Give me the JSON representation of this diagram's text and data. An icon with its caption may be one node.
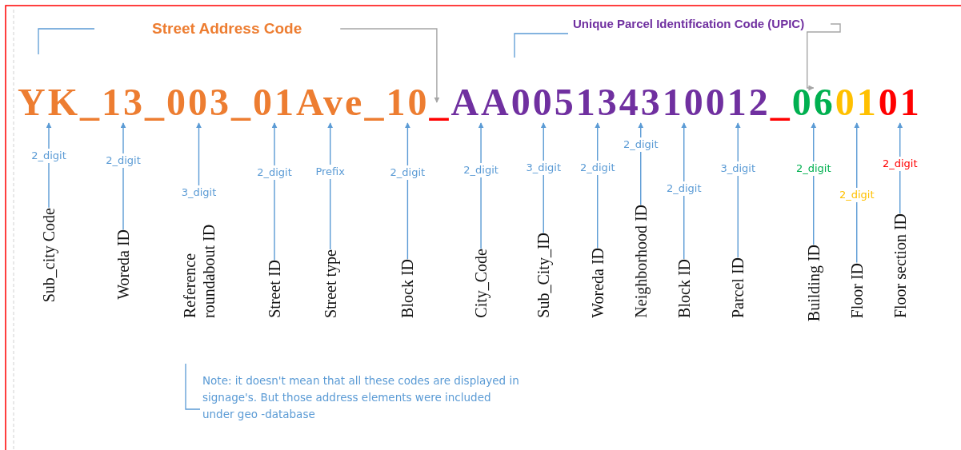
{
  "diagram": {
    "nodes": [
      {
        "text": [
          "Street Address Code"
        ]
      },
      {
        "text": [
          "Unique Parcel Identification Code (UPIC)"
        ]
      },
      {
        "text": [
          "YK"
        ]
      },
      {
        "text": [
          "_"
        ]
      },
      {
        "text": [
          "13"
        ]
      },
      {
        "text": [
          "_"
        ]
      },
      {
        "text": [
          "003"
        ]
      },
      {
        "text": [
          "_"
        ]
      },
      {
        "text": [
          "01"
        ]
      },
      {
        "text": [
          "Ave"
        ]
      },
      {
        "text": [
          "_"
        ]
      },
      {
        "text": [
          "10"
        ]
      },
      {
        "text": [
          "_"
        ]
      },
      {
        "text": [
          "AA"
        ]
      },
      {
        "text": [
          "005"
        ]
      },
      {
        "text": [
          "13"
        ]
      },
      {
        "text": [
          "43"
        ]
      },
      {
        "text": [
          "10"
        ]
      },
      {
        "text": [
          "012"
        ]
      },
      {
        "text": [
          "_"
        ]
      },
      {
        "text": [
          "06"
        ]
      },
      {
        "text": [
          "01"
        ]
      },
      {
        "text": [
          "01"
        ]
      },
      {
        "text": [
          "Sub_city Code"
        ]
      },
      {
        "text": [
          "Woreda ID"
        ]
      },
      {
        "text": [
          "Reference roundabout ID"
        ]
      },
      {
        "text": [
          "Street ID"
        ]
      },
      {
        "text": [
          "Street type"
        ]
      },
      {
        "text": [
          "Block ID"
        ]
      },
      {
        "text": [
          "City_Code"
        ]
      },
      {
        "text": [
          "Sub_City_ID"
        ]
      },
      {
        "text": [
          "Woreda ID"
        ]
      },
      {
        "text": [
          "Neighborhood ID"
        ]
      },
      {
        "text": [
          "Block ID"
        ]
      },
      {
        "text": [
          "Parcel ID"
        ]
      },
      {
        "text": [
          "Building ID"
        ]
      },
      {
        "text": [
          "Floor ID"
        ]
      },
      {
        "text": [
          "Floor section ID"
        ]
      }
    ],
    "edges": [
      {
        "from": 0,
        "to": 12,
        "arrow": "to",
        "color": "#a6a6a6"
      },
      {
        "from": 1,
        "to": 20,
        "arrow": "to",
        "color": "#a6a6a6"
      },
      {
        "from": 23,
        "to": 2,
        "arrow": "to",
        "label": "2_digit"
      },
      {
        "from": 24,
        "to": 4,
        "arrow": "to",
        "label": "2_digit"
      },
      {
        "from": 25,
        "to": 6,
        "arrow": "to",
        "label": "3_digit"
      },
      {
        "from": 26,
        "to": 8,
        "arrow": "to",
        "label": "2_digit"
      },
      {
        "from": 27,
        "to": 9,
        "arrow": "to",
        "label": "Prefix"
      },
      {
        "from": 28,
        "to": 11,
        "arrow": "to",
        "label": "2_digit"
      },
      {
        "from": 29,
        "to": 13,
        "arrow": "to",
        "label": "2_digit"
      },
      {
        "from": 30,
        "to": 14,
        "arrow": "to",
        "label": "3_digit"
      },
      {
        "from": 31,
        "to": 15,
        "arrow": "to",
        "label": "2_digit"
      },
      {
        "from": 32,
        "to": 16,
        "arrow": "to",
        "label": "2_digit"
      },
      {
        "from": 33,
        "to": 17,
        "arrow": "to",
        "label": "2_digit"
      },
      {
        "from": 34,
        "to": 18,
        "arrow": "to",
        "label": "3_digit"
      },
      {
        "from": 35,
        "to": 20,
        "arrow": "to",
        "label": "2_digit"
      },
      {
        "from": 36,
        "to": 21,
        "arrow": "to",
        "label": "2_digit"
      },
      {
        "from": 37,
        "to": 22,
        "arrow": "to",
        "label": "2_digit"
      }
    ],
    "labels": [
      "Note: it doesn't mean that all these codes are displayed in signage's. But those address elements were included under geo -database"
    ]
  }
}
